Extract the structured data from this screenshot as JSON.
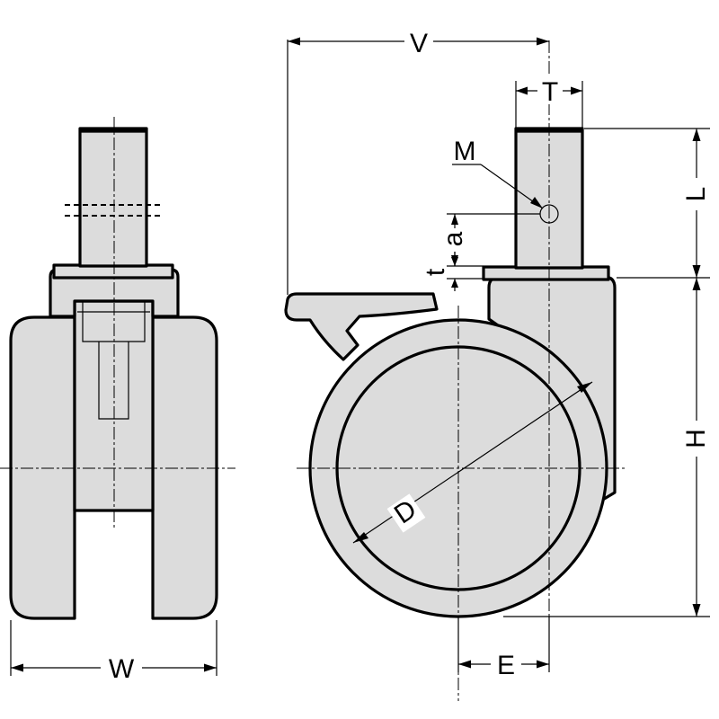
{
  "labels": {
    "V": "V",
    "T": "T",
    "M": "M",
    "L": "L",
    "a": "a",
    "t": "t",
    "H": "H",
    "D": "D",
    "E": "E",
    "W": "W"
  }
}
